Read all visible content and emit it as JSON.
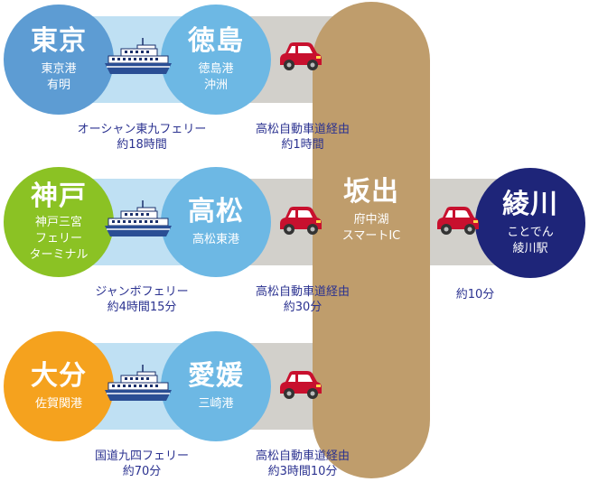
{
  "hub": {
    "name": "坂出",
    "lines": [
      "府中湖",
      "スマートIC"
    ]
  },
  "routes": [
    {
      "origin": {
        "name": "東京",
        "lines": [
          "東京港",
          "有明"
        ]
      },
      "port": {
        "name": "徳島",
        "lines": [
          "徳島港",
          "沖洲"
        ]
      },
      "ferry_label": [
        "オーシャン東九フェリー",
        "約18時間"
      ],
      "road_label": [
        "高松自動車道経由",
        "約1時間"
      ]
    },
    {
      "origin": {
        "name": "神戸",
        "lines": [
          "神戸三宮",
          "フェリー",
          "ターミナル"
        ]
      },
      "port": {
        "name": "高松",
        "lines": [
          "高松東港"
        ]
      },
      "ferry_label": [
        "ジャンボフェリー",
        "約4時間15分"
      ],
      "road_label": [
        "高松自動車道経由",
        "約30分"
      ]
    },
    {
      "origin": {
        "name": "大分",
        "lines": [
          "佐賀関港"
        ]
      },
      "port": {
        "name": "愛媛",
        "lines": [
          "三崎港"
        ]
      },
      "ferry_label": [
        "国道九四フェリー",
        "約70分"
      ],
      "road_label": [
        "高松自動車道経由",
        "約3時間10分"
      ]
    }
  ],
  "destination": {
    "name": "綾川",
    "lines": [
      "ことでん",
      "綾川駅"
    ],
    "road_label": [
      "約10分"
    ]
  },
  "colors": {
    "ferry_band": "#bfe0f3",
    "road_band": "#d2d0cb",
    "hub": "#bf9d6c",
    "circle_blue": "#5d9cd3",
    "circle_sky": "#6db8e4",
    "circle_green": "#8bc224",
    "circle_orange": "#f5a21e",
    "circle_navy": "#1e2579",
    "label_text": "#2b3290",
    "car": "#c8102e"
  },
  "icons": {
    "ferry": "ferry-icon",
    "car": "car-icon"
  }
}
